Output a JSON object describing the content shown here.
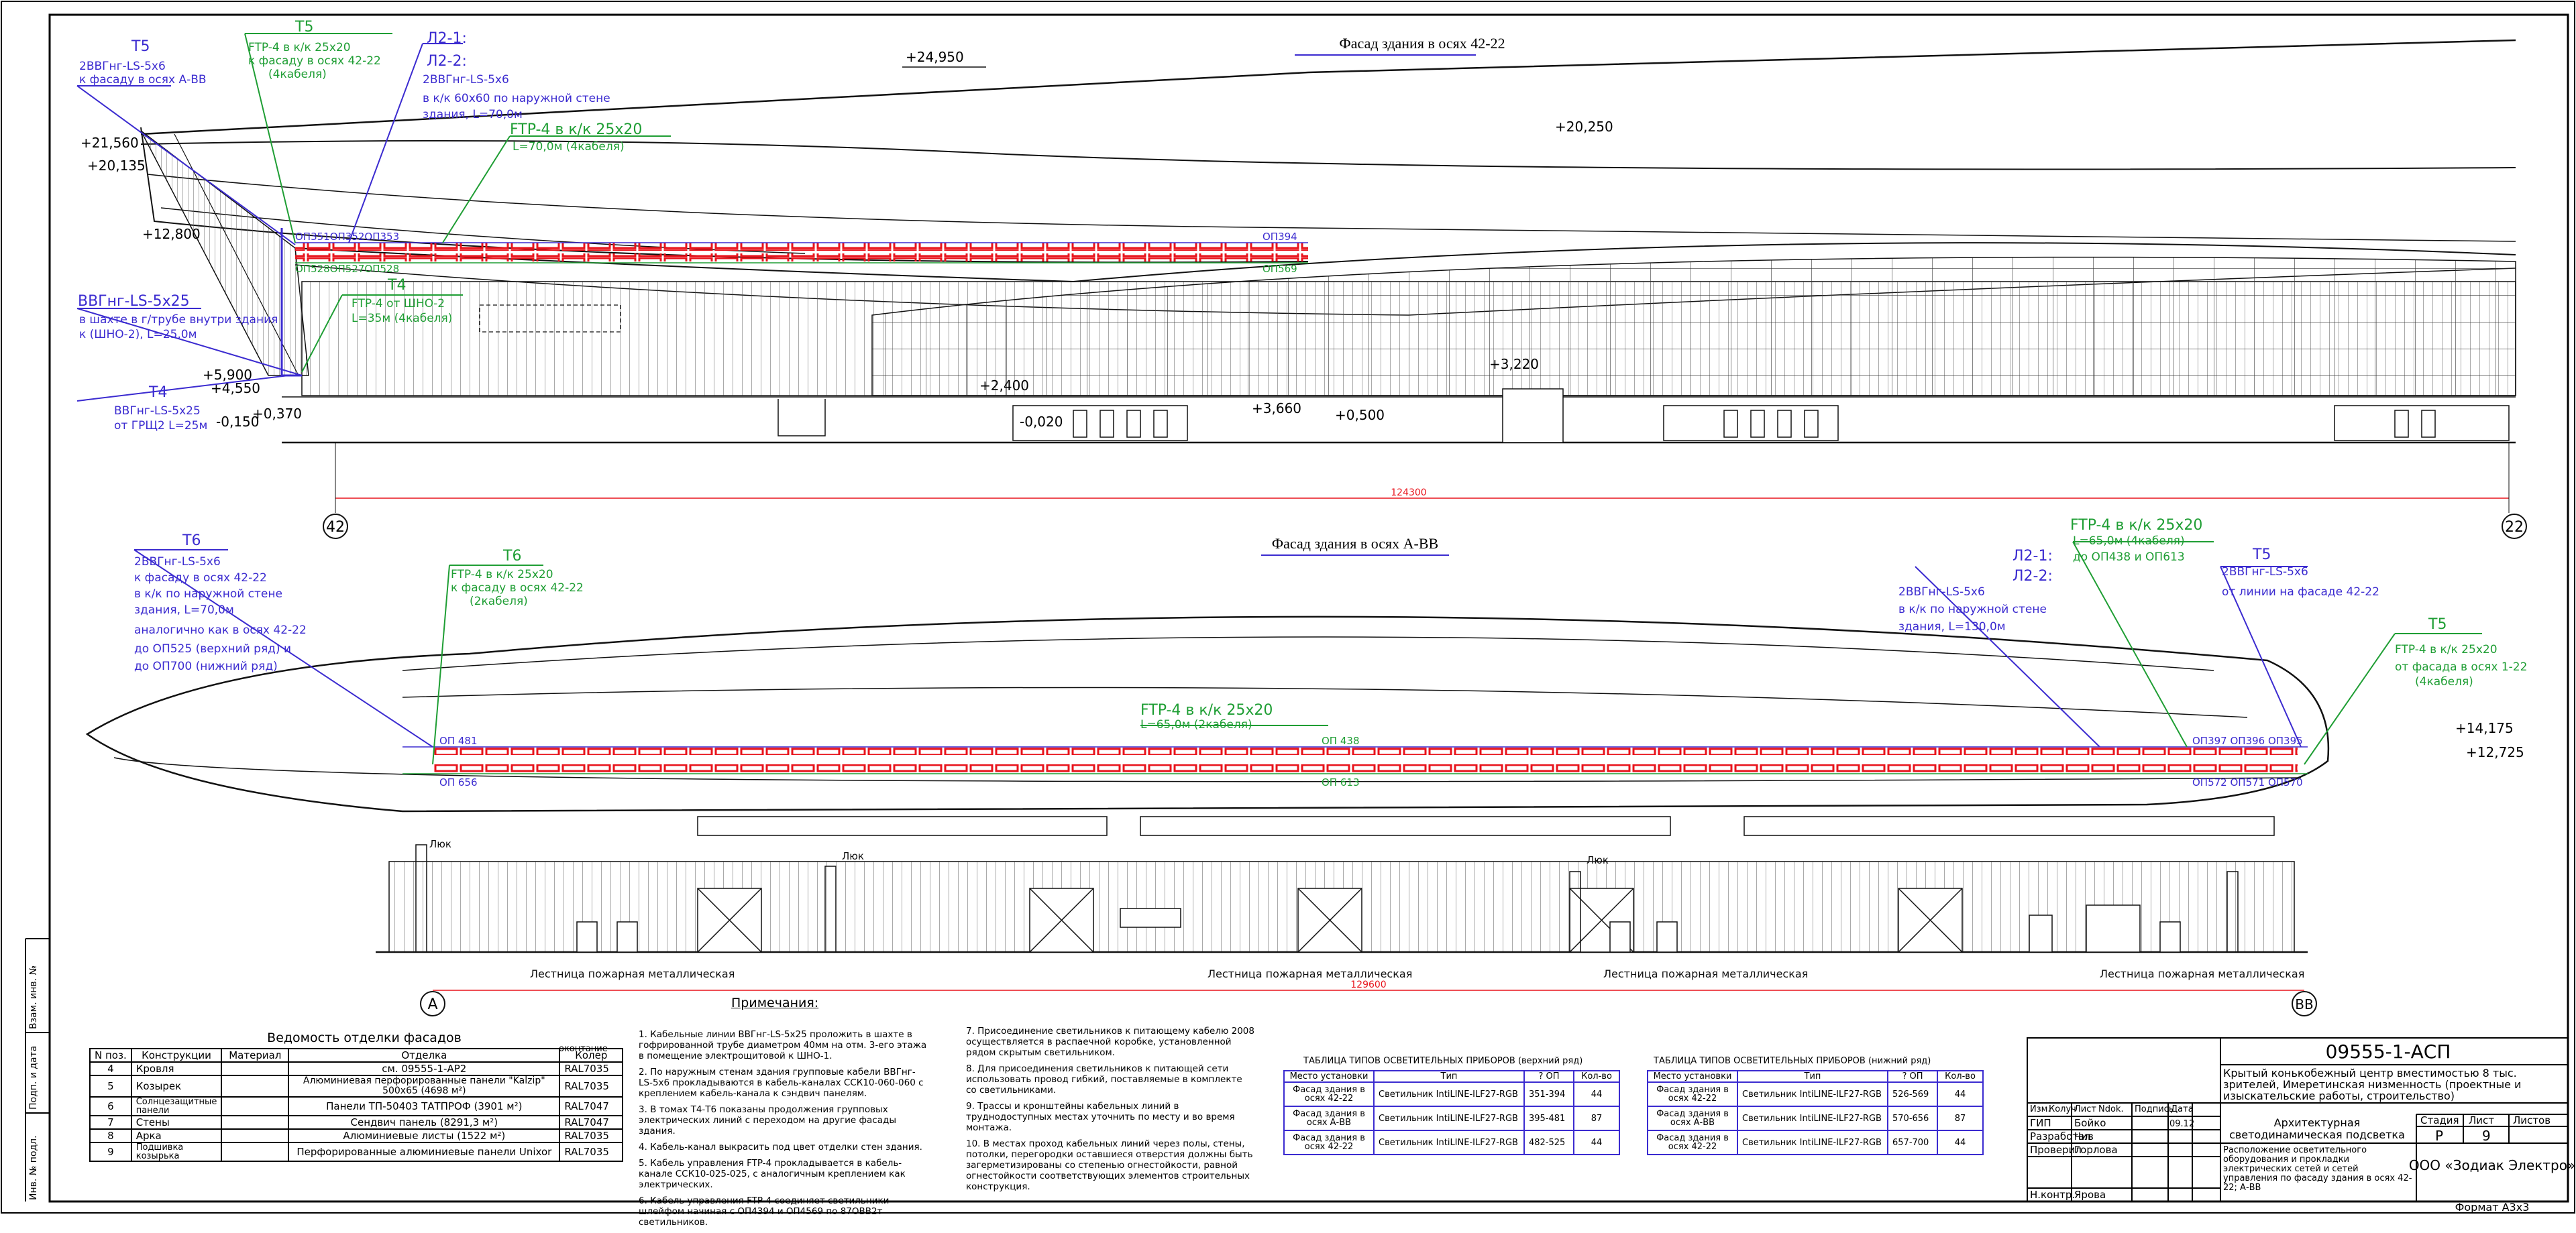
{
  "titles": {
    "facade_top": "Фасад здания в осях 42-22",
    "facade_bottom": "Фасад здания в осях А-ВВ"
  },
  "axes": {
    "a42": "42",
    "a22": "22",
    "aA": "А",
    "aBB": "ВВ",
    "dim_top": "124300",
    "dim_bottom": "129600"
  },
  "levels_top": [
    "+24,950",
    "+21,560",
    "+20,135",
    "+12,800",
    "+5,900",
    "+4,550",
    "+0,370",
    "-0,150",
    "+20,250",
    "+2,400",
    "+3,220",
    "+3,660",
    "+0,500",
    "-0,020"
  ],
  "levels_bottom": [
    "+14,175",
    "+12,725"
  ],
  "top_callouts": {
    "t5_head": "T5",
    "t5_l1": "2ВВГнг-LS-5х6",
    "t5_l2": "к фасаду в осях А-ВВ",
    "ftp_head": "FTP-4 в к/к 25х20",
    "ftp_l1": "к фасаду в осях 42-22",
    "ftp_l2": "(4кабеля)",
    "t5b": "Т5",
    "l2_1": "Л2-1:",
    "l2_2": "Л2-2:",
    "l2_l1": "2ВВГнг-LS-5х6",
    "l2_l2": "в к/к 60х60 по наружной стене",
    "l2_l3": "здания,  L=70,0м",
    "ftp2_head": "FTP-4 в к/к 25х20",
    "ftp2_l1": "L=70,0м (4кабеля)",
    "vvg_head": "ВВГнг-LS-5х25",
    "vvg_l1": "в шахте в г/трубе внутри здания",
    "vvg_l2": "к (ШНО-2), L=25,0м",
    "t4_head": "Т4",
    "t4_l1": "FTP-4 от ШНО-2",
    "t4_l2": "L=35м (4кабеля)",
    "t4b_head": "Т4",
    "t4b_l1": "ВВГнг-LS-5х25",
    "t4b_l2": "от ГРЩ2 L=25м",
    "op_up": "ОП351ОП352ОП353",
    "op_dn": "ОП528ОП527ОП528",
    "op_r1": "ОП394",
    "op_r2": "ОП569"
  },
  "bottom_callouts": {
    "t6_head": "Т6",
    "t6_l1": "2ВВГнг-LS-5х6",
    "t6_l2": "к фасаду в осях 42-22",
    "t6_l3": "в к/к по наружной стене",
    "t6_l4": "здания,  L=70,0м",
    "t6_l5": "аналогично как в осях 42-22",
    "t6_l6": "до ОП525 (верхний ряд) и",
    "t6_l7": "до ОП700 (нижний ряд)",
    "t6b_head": "Т6",
    "t6b_l1": "FTP-4 в к/к 25х20",
    "t6b_l2": "к фасаду в осях 42-22",
    "t6b_l3": "(2кабеля)",
    "ftp_c_head": "FTP-4 в к/к 25х20",
    "ftp_c_l1": "L=65,0м (2кабеля)",
    "ftp_r_head": "FTP-4 в к/к 25х20",
    "ftp_r_l1": "L=65,0м (4кабеля)",
    "ftp_r_l2": "до ОП438 и ОП613",
    "l21": "Л2-1:",
    "l22": "Л2-2:",
    "l2_l1": "2ВВГнг-LS-5х6",
    "l2_l2": "в к/к по наружной стене",
    "l2_l3": "здания,  L=130,0м",
    "t5_head": "Т5",
    "t5_l1": "2ВВГнг-LS-5х6",
    "t5_l2": "от линии на фасаде 42-22",
    "t5b_head": "Т5",
    "t5b_l1": "FTP-4 в к/к 25х20",
    "t5b_l2": "от фасада в осях 1-22",
    "t5b_l3": "(4кабеля)",
    "op481": "ОП 481",
    "op656": "ОП 656",
    "op438": "ОП 438",
    "op613": "ОП 613",
    "op_r_up": "ОП397 ОП396 ОП395",
    "op_r_dn": "ОП572 ОП571 ОП570",
    "stair1": "Лестница пожарная металлическая",
    "stair2": "Лестница пожарная металлическая",
    "stair3": "Лестница пожарная металлическая",
    "stair4": "Лестница пожарная металлическая",
    "luk1": "Люк",
    "luk2": "Люк",
    "luk3": "Люк"
  },
  "finish_table": {
    "title": "Ведомость отделки фасадов",
    "headers": [
      "N поз.",
      "Конструкции",
      "Материал",
      "Отделка",
      "Колер"
    ],
    "header_extra": "оконтание",
    "rows": [
      [
        "4",
        "Кровля",
        "",
        "см. 09555-1-АР2",
        "RAL7035"
      ],
      [
        "5",
        "Козырек",
        "",
        "Алюминиевая перфорированные панели \"Kalzip\" 500х65     (4698 м²)",
        "RAL7035"
      ],
      [
        "6",
        "Солнцезащитные панели",
        "",
        "Панели ТП-50403 ТАТПРОФ  (3901 м²)",
        "RAL7047"
      ],
      [
        "7",
        "Стены",
        "",
        "Сендвич панель (8291,3 м²)",
        "RAL7047"
      ],
      [
        "8",
        "Арка",
        "",
        "Алюминиевые листы (1522 м²)",
        "RAL7035"
      ],
      [
        "9",
        "Подшивка козырька",
        "",
        "Перфорированные алюминиевые панели Unixor",
        "RAL7035"
      ]
    ]
  },
  "notes": {
    "title": "Примечания:",
    "col1": [
      "1. Кабельные линии ВВГнг-LS-5х25 проложить в шахте в гофрированной трубе диаметром 40мм на отм. 3-его этажа в помещение электрощитовой к ШНО-1.",
      "2. По наружным стенам здания групповые кабели ВВГнг-LS-5х6 прокладываются в кабель-каналах ССК10-060-060 с креплением кабель-канала к сэндвич панелям.",
      "3. В томах Т4-Т6 показаны продолжения групповых электрических линий с переходом на другие фасады здания.",
      "4. Кабель-канал выкрасить под цвет отделки стен здания.",
      "5. Кабель управления FTP-4 прокладывается в кабель-канале ССК10-025-025, с аналогичным креплением как электрических.",
      "6. Кабель управления FTP-4 соединяет светильники шлейфом начиная с ОП4394 и ОП4569 по 87ОВВ2т светильников."
    ],
    "col2": [
      "7. Присоединение светильников к питающему кабелю 2008 осуществляется в распаечной коробке, установленной рядом скрытым светильником.",
      "8. Для присоединения светильников к питающей сети использовать провод гибкий, поставляемые в комплекте со светильниками.",
      "9. Трассы и кронштейны кабельных линий в труднодоступных местах уточнить по месту и во время монтажа.",
      "10. В местах проход кабельных линий через полы, стены, потолки, перегородки оставшиеся отверстия должны быть загерметизированы со степенью огнестойкости, равной огнестойкости соответствующих элементов строительных конструкция."
    ]
  },
  "lum_upper": {
    "title": "ТАБЛИЦА ТИПОВ ОСВЕТИТЕЛЬНЫХ ПРИБОРОВ (верхний ряд)",
    "headers": [
      "Место установки",
      "Тип",
      "? ОП",
      "Кол-во"
    ],
    "rows": [
      [
        "Фасад здания в осях 42-22",
        "Светильник IntiLINE-ILF27-RGB",
        "351-394",
        "44"
      ],
      [
        "Фасад здания в осях А-ВВ",
        "Светильник IntiLINE-ILF27-RGB",
        "395-481",
        "87"
      ],
      [
        "Фасад здания в осях 42-22",
        "Светильник IntiLINE-ILF27-RGB",
        "482-525",
        "44"
      ]
    ]
  },
  "lum_lower": {
    "title": "ТАБЛИЦА ТИПОВ ОСВЕТИТЕЛЬНЫХ ПРИБОРОВ (нижний ряд)",
    "headers": [
      "Место установки",
      "Тип",
      "? ОП",
      "Кол-во"
    ],
    "rows": [
      [
        "Фасад здания в осях 42-22",
        "Светильник IntiLINE-ILF27-RGB",
        "526-569",
        "44"
      ],
      [
        "Фасад здания в осях А-ВВ",
        "Светильник IntiLINE-ILF27-RGB",
        "570-656",
        "87"
      ],
      [
        "Фасад здания в осях 42-22",
        "Светильник IntiLINE-ILF27-RGB",
        "657-700",
        "44"
      ]
    ]
  },
  "stamp": {
    "code": "09555-1-АСП",
    "project": "Крытый конькобежный центр вместимостью 8 тыс. зрителей, Имеретинская низменность (проектные и изыскательские работы, строительство)",
    "section": "Архитектурная светодинамическая подсветка",
    "sheet_title": "Расположение осветительного оборудования и прокладки электрических сетей и сетей управления по фасаду здания в осях 42-22; А-ВВ",
    "org": "ООО «Зодиак Электро»",
    "h_izm": "Изм.",
    "h_koluch": "Колуч",
    "h_list": "Лист",
    "h_ndok": "Ndok.",
    "h_podpis": "Подпись",
    "h_data": "Дата",
    "r1_role": "ГИП",
    "r1_name": "Бойко",
    "r1_date": "09.12",
    "r2_role": "Разработал",
    "r2_name": "Чив",
    "r3_role": "Проверил",
    "r3_name": "Горлова",
    "r4_role": "Н.контр.",
    "r4_name": "Ярова",
    "stage_h": "Стадия",
    "sheet_h": "Лист",
    "sheets_h": "Листов",
    "stage": "Р",
    "sheet": "9",
    "format": "Формат А3х3"
  },
  "side_strip": [
    "Инв. № подл.",
    "Подп. и дата",
    "Взам. инв. №"
  ],
  "colors": {
    "blue": "#3b2bd0",
    "green": "#1f9e34",
    "red": "#e8131b",
    "stroke": "#1a1a1a"
  }
}
